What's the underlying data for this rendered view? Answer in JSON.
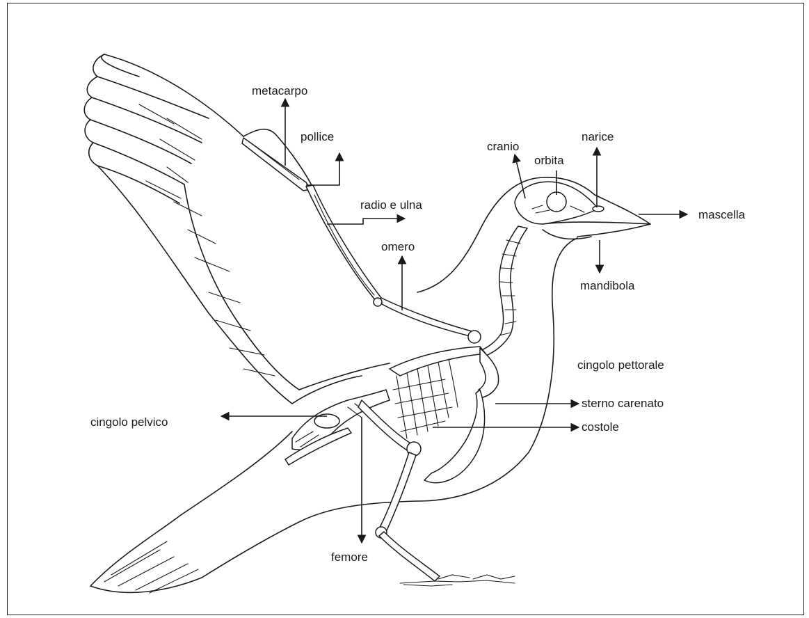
{
  "labels": {
    "metacarpo": "metacarpo",
    "pollice": "pollice",
    "radio_ulna": "radio e ulna",
    "omero": "omero",
    "cranio": "cranio",
    "orbita": "orbita",
    "narice": "narice",
    "mascella": "mascella",
    "mandibola": "mandibola",
    "cingolo_pettorale": "cingolo pettorale",
    "sterno_carenato": "sterno carenato",
    "costole": "costole",
    "cingolo_pelvico": "cingolo pelvico",
    "femore": "femore"
  }
}
